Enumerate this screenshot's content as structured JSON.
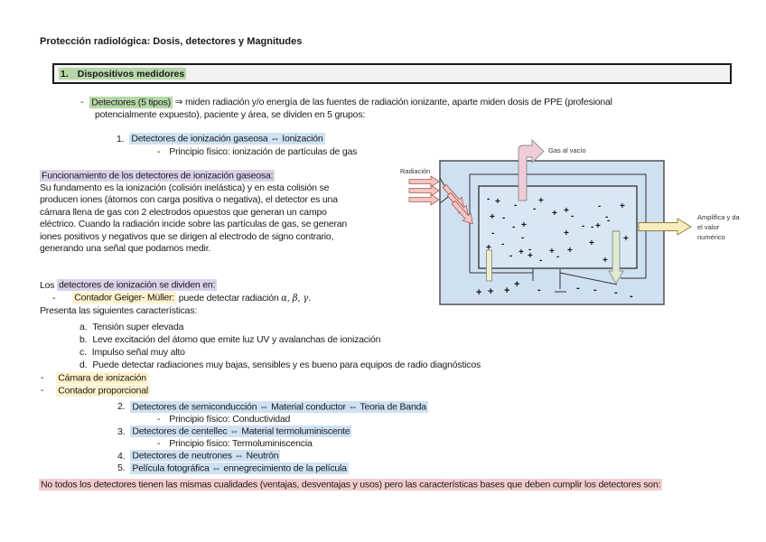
{
  "page": {
    "title": "Protección radiológica:  Dosis, detectores y Magnitudes"
  },
  "section_box": {
    "number": "1.",
    "label": "Dispositivos medidores"
  },
  "intro": {
    "dash": "-",
    "hl": "Detectores (5 tipos)",
    "rest": " ⇒ miden radiación y/o energía de las fuentes de radiación ionizante, aparte miden dosis de PPE (profesional",
    "line2": "potencialmente expuesto), paciente y área,  se dividen en 5 grupos:"
  },
  "item1": {
    "num": "1.",
    "text": "Detectores de ionización gaseosa ⇔ Ionización",
    "sub_dash": "-",
    "sub": "Principio físico: ionización de partículas de gas"
  },
  "funcionamiento": {
    "heading": "Funcionamiento de los detectores de ionización gaseosa:",
    "lines": [
      "Su fundamento es la ionización (colisión inelástica) y en esta colisión se",
      "producen iones (átomos con carga positiva o negativa), el detector es una",
      "cámara llena de gas con 2 electrodos opuestos que generan un campo",
      "eléctrico. Cuando la radiación incide sobre las partículas de gas, se generan",
      "iones positivos y negativos que se dirigen al electrodo de signo contrario,",
      "generando una señal que podamos medir."
    ]
  },
  "division": {
    "prefix": "Los ",
    "hl": "detectores de ionización se dividen en:"
  },
  "geiger": {
    "dash": "-",
    "hl": "Contador Geiger- Müller:",
    "rest": " puede detectar radiación ",
    "greek": "α, β, γ.",
    "presenta": "Presenta las siguientes características:",
    "items": [
      {
        "letter": "a.",
        "text": "Tensión super elevada"
      },
      {
        "letter": "b.",
        "text": "Leve excitación del átomo que emite luz UV y avalanchas de ionización"
      },
      {
        "letter": "c.",
        "text": "Impulso señal muy alto"
      },
      {
        "letter": "d.",
        "text": "Puede detectar radiaciones muy bajas, sensibles y es bueno para equipos de radio diagnósticos"
      }
    ]
  },
  "other_detectors": [
    {
      "dash": "-",
      "text": "Cámara de ionización"
    },
    {
      "dash": "-",
      "text": "Contador proporcional"
    }
  ],
  "numbered_items": [
    {
      "num": "2.",
      "text": "Detectores de semiconducción ⇔ Material conductor ⇔ Teoria de Banda",
      "sub_dash": "-",
      "sub": "Principio físico: Conductividad"
    },
    {
      "num": "3.",
      "text": "Detectores de centellec ⇔ Material termoluminiscente",
      "sub_dash": "-",
      "sub": "Principio físico: Termoluminiscencia"
    },
    {
      "num": "4.",
      "text": "Detectores de neutrones ⇔ Neutrón"
    },
    {
      "num": "5.",
      "text": "Película fotográfica ⇔  ennegrecimiento de la película"
    }
  ],
  "footer_note": "No todos los detectores tienen las mismas cualidades (ventajas, desventajas y usos) pero las características bases que deben cumplir los detectores son:",
  "diagram": {
    "labels": {
      "radiation": "Radiación",
      "gas": "Gas al vacío",
      "amp1": "Amplifica y da",
      "amp2": "el valor",
      "amp3": "numérico"
    },
    "ions": [
      [
        108,
        76,
        "+"
      ],
      [
        156,
        75,
        "+"
      ],
      [
        184,
        86,
        "+"
      ],
      [
        171,
        89,
        "+"
      ],
      [
        102,
        93,
        "+"
      ],
      [
        137,
        102,
        "+"
      ],
      [
        246,
        81,
        "+"
      ],
      [
        184,
        111,
        "+"
      ],
      [
        219,
        103,
        "+"
      ],
      [
        98,
        127,
        "+"
      ],
      [
        134,
        132,
        "+"
      ],
      [
        168,
        131,
        "+"
      ],
      [
        188,
        130,
        "+"
      ],
      [
        212,
        122,
        "+"
      ],
      [
        250,
        117,
        "+"
      ],
      [
        227,
        141,
        "+"
      ],
      [
        144,
        136,
        "+"
      ],
      [
        99,
        73,
        "-"
      ],
      [
        129,
        80,
        "-"
      ],
      [
        150,
        84,
        "-"
      ],
      [
        192,
        92,
        "-"
      ],
      [
        222,
        81,
        "-"
      ],
      [
        230,
        93,
        "-"
      ],
      [
        116,
        94,
        "-"
      ],
      [
        127,
        104,
        "-"
      ],
      [
        104,
        111,
        "-"
      ],
      [
        137,
        116,
        "-"
      ],
      [
        204,
        103,
        "-"
      ],
      [
        214,
        104,
        "-"
      ],
      [
        115,
        123,
        "-"
      ],
      [
        145,
        129,
        "-"
      ],
      [
        124,
        136,
        "-"
      ],
      [
        157,
        141,
        "-"
      ],
      [
        232,
        97,
        "-"
      ],
      [
        176,
        137,
        "-"
      ]
    ],
    "bottom_ions": [
      [
        87,
        177,
        "+"
      ],
      [
        100,
        176,
        "+"
      ],
      [
        118,
        175,
        "+"
      ],
      [
        129,
        168,
        "+"
      ],
      [
        155,
        174,
        "-"
      ],
      [
        198,
        172,
        "-"
      ],
      [
        217,
        174,
        "-"
      ],
      [
        240,
        177,
        "-"
      ],
      [
        257,
        181,
        "-"
      ]
    ]
  },
  "colors": {
    "hl-green": "#b6d7a8",
    "hl-blue": "#cfe2f3",
    "hl-lavender": "#d9d2e9",
    "hl-cream": "#fff2cc",
    "hl-pink": "#f4cccc",
    "diag-fill": "#cfe0f1",
    "diag-inner": "#d9e7f4",
    "arrow-pink": "#f2c6c2",
    "arrow-pink-stroke": "#a85b55",
    "arrow-gas": "#f0ccd8",
    "arrow-yellow": "#f7edbe",
    "arrow-green": "#ddebd3",
    "electrode-yellow": "#efedcf"
  }
}
